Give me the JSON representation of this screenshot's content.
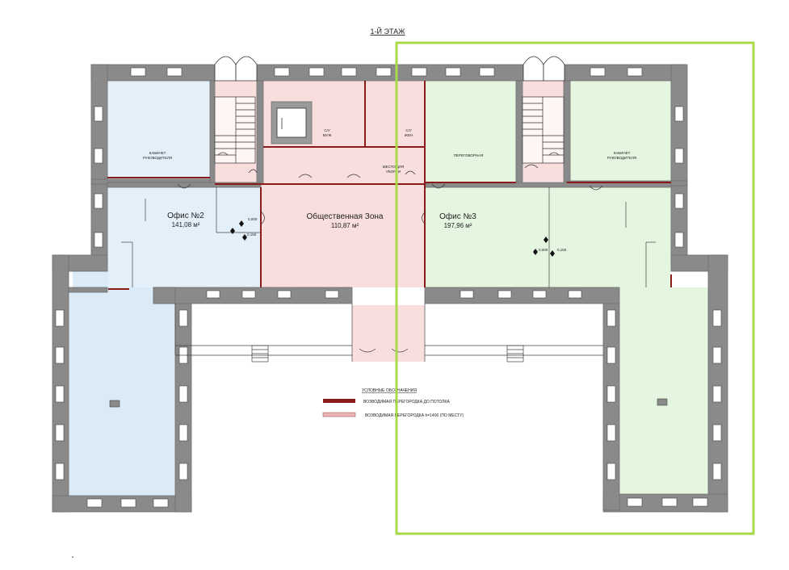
{
  "title": "1-Й ЭТАЖ",
  "colors": {
    "wall": "#8a8a8a",
    "wall_dark": "#6e6e6e",
    "blue_zone": "#e3f0fa",
    "blue_zone_alt": "#dbeaf7",
    "pink_zone": "#f9dede",
    "pink_zone_dark": "#f4cccc",
    "green_zone": "#e4f5e0",
    "partition_full": "#8b1a1a",
    "partition_half": "#e8b8b8",
    "highlight": "#a8d94a"
  },
  "rooms": {
    "office2": {
      "name": "Офис №2",
      "area": "141,08 м²"
    },
    "public": {
      "name": "Общественная Зона",
      "area": "110,87 м²"
    },
    "office3": {
      "name": "Офис №3",
      "area": "197,96 м²"
    },
    "head_office_left": {
      "line1": "КАБИНЕТ",
      "line2": "РУКОВОДИТЕЛЯ"
    },
    "head_office_right": {
      "line1": "КАБИНЕТ",
      "line2": "РУКОВОДИТЕЛЯ"
    },
    "wc_men": {
      "line1": "С/У",
      "line2": "МУЖ"
    },
    "wc_women": {
      "line1": "С/У",
      "line2": "ЖЕН"
    },
    "cleaning": {
      "line1": "МЕСТО ДЛЯ",
      "line2": "УБОРКИ"
    },
    "meeting": {
      "name": "ПЕРЕГОВОРНАЯ"
    }
  },
  "levels": {
    "l1": "0,000",
    "l2": "0,150",
    "l3": "0,000",
    "l4": "0,150"
  },
  "legend": {
    "heading": "УСЛОВНЫЕ ОБОЗНАЧЕНИЯ",
    "item1": "ВОЗВОДИМАЯ ПЕРЕГОРОДКА ДО ПОТОЛКА",
    "item2": "ВОЗВОДИМАЯ ПЕРЕГОРОДКА h=1400 (ПО МЕСТУ)"
  }
}
